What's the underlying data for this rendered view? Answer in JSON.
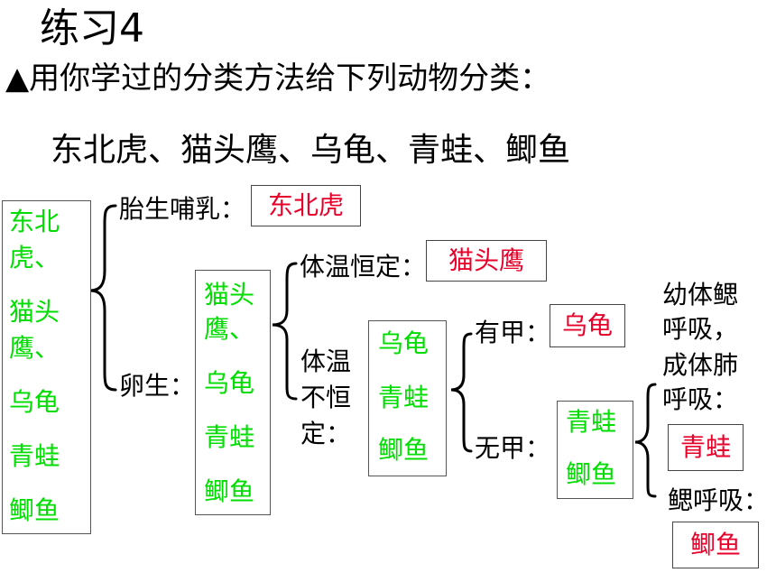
{
  "title": "练习4",
  "instruction": "▲用你学过的分类方法给下列动物分类：",
  "animals_line": "东北虎、猫头鹰、乌龟、青蛙、鲫鱼",
  "box1": [
    "东北",
    "虎、",
    "猫头",
    "鹰、",
    "乌龟",
    "青蛙",
    "鲫鱼"
  ],
  "box2": [
    "猫头",
    "鹰、",
    "乌龟",
    "青蛙",
    "鲫鱼"
  ],
  "box3": [
    "乌龟",
    "青蛙",
    "鲫鱼"
  ],
  "box4": [
    "青蛙",
    "鲫鱼"
  ],
  "labels": {
    "viviparous": "胎生哺乳：",
    "oviparous": "卵生：",
    "constant_temp": "体温恒定：",
    "variable_temp": [
      "体温",
      "不恒",
      "定："
    ],
    "has_shell": "有甲：",
    "no_shell": "无甲：",
    "larva_gill": [
      "幼体鳃",
      "呼吸，",
      "成体肺",
      "呼吸："
    ],
    "gill_breathing": "鳃呼吸："
  },
  "answers": {
    "viviparous": "东北虎",
    "constant_temp": "猫头鹰",
    "has_shell": "乌龟",
    "amphibian": "青蛙",
    "fish": "鲫鱼"
  },
  "colors": {
    "green_text": "#00dd00",
    "answer_red": "#e8002a"
  }
}
